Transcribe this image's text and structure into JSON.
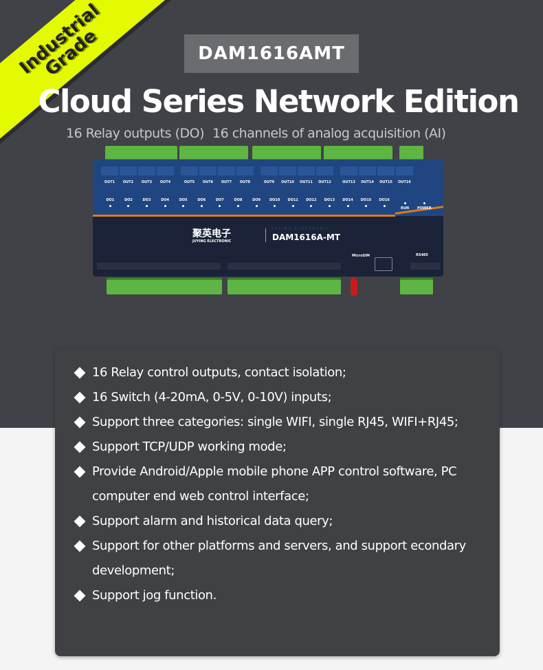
{
  "badge": {
    "line1": "Industrial",
    "line2": "Grade"
  },
  "model": "DAM1616AMT",
  "title": "Cloud Series Network Edition",
  "subtitle": [
    "16 Relay outputs (DO)",
    "16 channels of analog acquisition (AI)"
  ],
  "device": {
    "outputs": [
      "OUT1",
      "OUT2",
      "OUT3",
      "OUT4",
      "OUT5",
      "OUT6",
      "OUT7",
      "OUT8",
      "OUT9",
      "OUT10",
      "OUT11",
      "OUT12",
      "OUT13",
      "OUT14",
      "OUT15",
      "OUT16"
    ],
    "do_leds": [
      "DO1",
      "DO2",
      "DO3",
      "DO4",
      "DO5",
      "DO6",
      "DO7",
      "DO8",
      "DO9",
      "DO10",
      "DO11",
      "DO12",
      "DO13",
      "DO14",
      "DO15",
      "DO16"
    ],
    "run": "RUN",
    "power": "POWER",
    "brand_cn": "聚英电子",
    "brand_en": "JUYING ELECTRONIC",
    "model": "DAM1616A-MT",
    "microsim": "MicroSIM",
    "rs485": "RS485"
  },
  "features": [
    "16 Relay control outputs, contact isolation;",
    "16 Switch (4-20mA, 0-5V, 0-10V) inputs;",
    "Support three categories: single WIFI, single RJ45, WIFI+RJ45;",
    "Support TCP/UDP working mode;",
    "Provide Android/Apple mobile phone APP control software, PC computer end web control interface;",
    "Support alarm and historical data query;",
    "Support for other platforms and servers, and support econdary development;",
    "Support jog function."
  ],
  "colors": {
    "accent": "#e3fa00",
    "background": "#404247",
    "panel_blue": "#1f4680",
    "stripe": "#e07a1a"
  }
}
